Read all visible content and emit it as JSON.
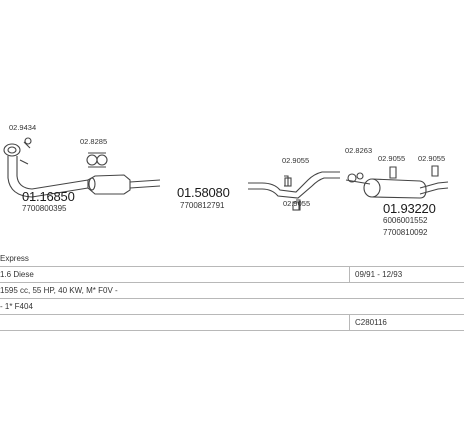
{
  "parts": {
    "p1": {
      "ref": "01.16850",
      "oem": "7700800395",
      "clamp": "02.9434"
    },
    "p2": {
      "clamp": "02.8285"
    },
    "p3": {
      "ref": "01.58080",
      "oem": "7700812791"
    },
    "p4": {
      "clamp_a": "02.9055",
      "clamp_b": "02.9055"
    },
    "p5": {
      "ref": "01.93220",
      "oem1": "6006001552",
      "oem2": "7700810092",
      "clamp_a": "02.8263",
      "clamp_b": "02.9055",
      "clamp_c": "02.9055"
    }
  },
  "info": {
    "row1_left": "Express",
    "row2_left": "1.6 Diese",
    "row2_right": "09/91 - 12/93",
    "row3_left": "1595 cc, 55 HP, 40 KW, M* F0V -",
    "row4_left": "- 1* F404",
    "row5_right": "C280116"
  },
  "colors": {
    "line": "#444444",
    "divider": "#b8b8b8"
  }
}
